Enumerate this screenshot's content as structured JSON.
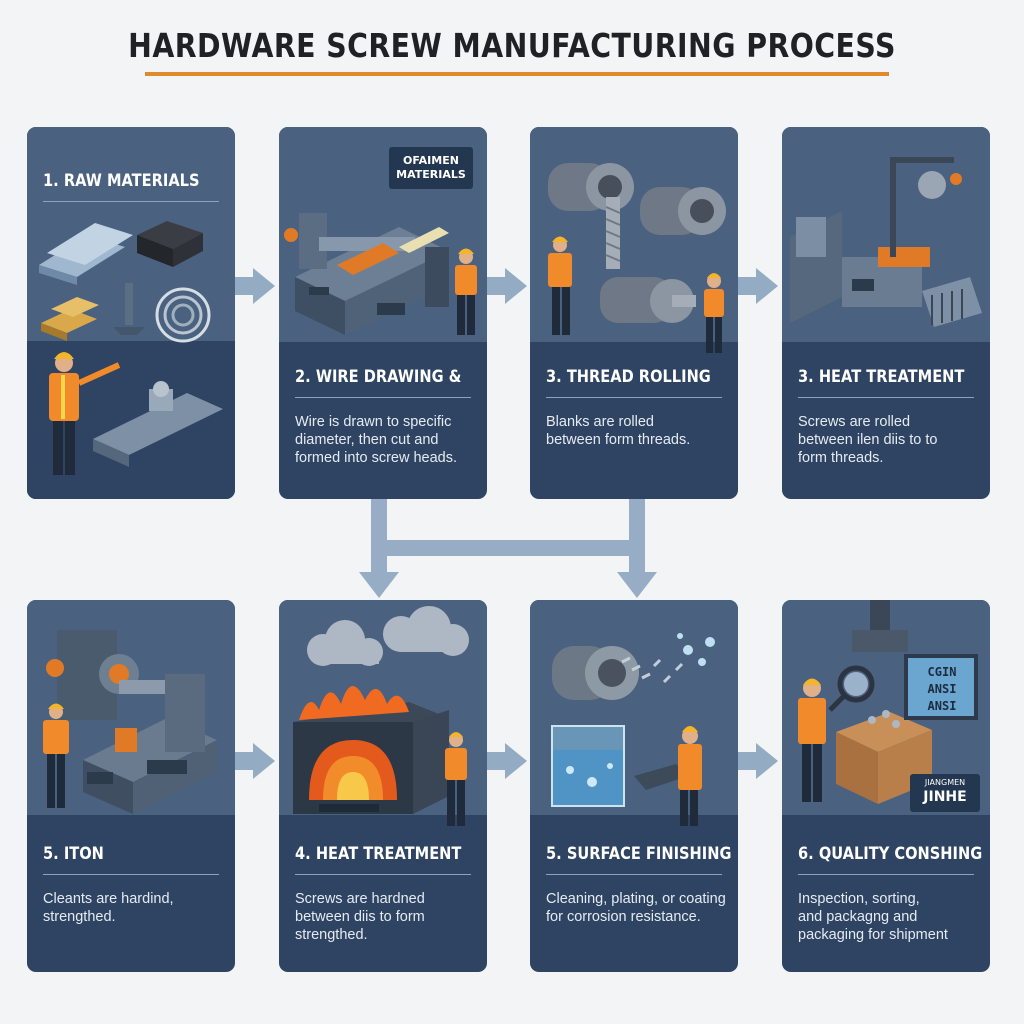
{
  "title": "HARDWARE SCREW MANUFACTURING PROCESS",
  "steps": [
    {
      "heading": "1. RAW MATERIALS",
      "desc": [],
      "tag": []
    },
    {
      "heading": "2. WIRE DRAWING &",
      "desc": [
        "Wire is drawn to specific",
        "diameter, then cut and",
        "formed into screw heads."
      ],
      "tag": [
        "OFAIMEN",
        "MATERIALS"
      ]
    },
    {
      "heading": "3. THREAD ROLLING",
      "desc": [
        "Blanks are rolled",
        "between form threads."
      ],
      "tag": []
    },
    {
      "heading": "3. HEAT TREATMENT",
      "desc": [
        "Screws are rolled",
        "between ilen diis to to",
        "form threads."
      ],
      "tag": []
    },
    {
      "heading": "5. ITON",
      "desc": [
        "Cleants are hardind,",
        "strengthed."
      ],
      "tag": []
    },
    {
      "heading": "4. HEAT TREATMENT",
      "desc": [
        "Screws are hardned",
        "between diis to form",
        "strengthed."
      ],
      "tag": []
    },
    {
      "heading": "5. SURFACE FINISHING",
      "desc": [
        "Cleaning, plating, or coating",
        "for corrosion resistance."
      ],
      "tag": []
    },
    {
      "heading": "6. QUALITY CONSHING",
      "desc": [
        "Inspection, sorting,",
        "and packagng and",
        "packaging for shipment"
      ],
      "tag": [
        "JIANGMEN",
        "JINHE"
      ],
      "screen": [
        "CGIN",
        "ANSI",
        "ANSI"
      ]
    }
  ],
  "colors": {
    "accent": "#e08a2c",
    "card": "#2e4462",
    "card_top": "#4a6180",
    "arrow": "#8fa8c4"
  }
}
